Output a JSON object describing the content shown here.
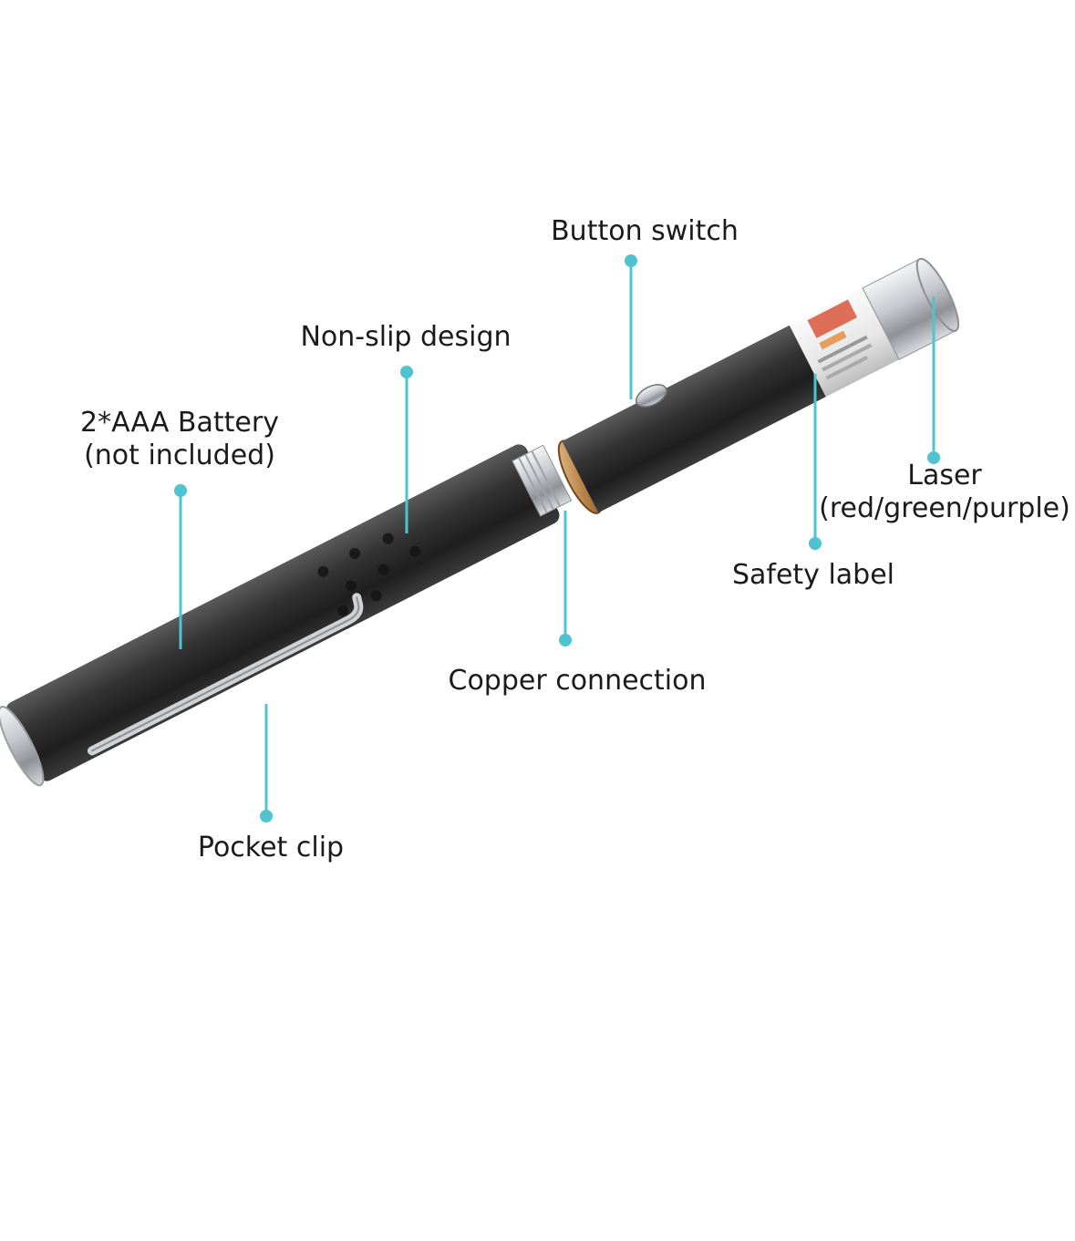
{
  "colors": {
    "background": "#ffffff",
    "callout": "#4fc3cf",
    "body": "#2a2a2a",
    "metal": "#c9ccd0",
    "copper": "#c8955a",
    "label_text": "#1b1b1b"
  },
  "icons": {
    "product": "laser-pointer-pen-image"
  },
  "callouts": {
    "button_switch": {
      "lines": [
        "Button switch"
      ]
    },
    "non_slip": {
      "lines": [
        "Non-slip design"
      ]
    },
    "battery": {
      "lines": [
        "2*AAA Battery",
        "(not included)"
      ]
    },
    "laser": {
      "lines": [
        "Laser",
        "(red/green/purple)"
      ]
    },
    "safety_label": {
      "lines": [
        "Safety label"
      ]
    },
    "copper": {
      "lines": [
        "Copper connection"
      ]
    },
    "pocket_clip": {
      "lines": [
        "Pocket clip"
      ]
    }
  }
}
